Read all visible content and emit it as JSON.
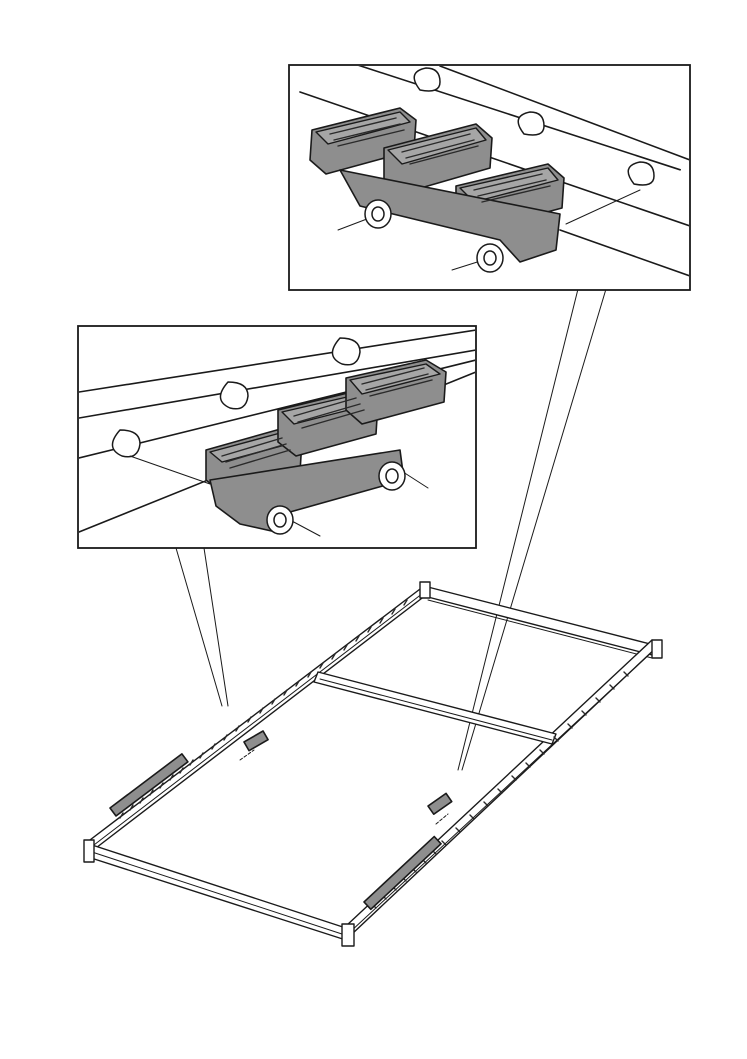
{
  "figure": {
    "description_kind": "assembly-instruction-illustration",
    "colors": {
      "line": "#1a1a1a",
      "clip_fill": "#8e8e8e",
      "clip_top": "#a6a6a6",
      "background": "#ffffff"
    },
    "icons": [
      "bed-frame",
      "slat-holder-clip",
      "zoom-callout"
    ]
  }
}
